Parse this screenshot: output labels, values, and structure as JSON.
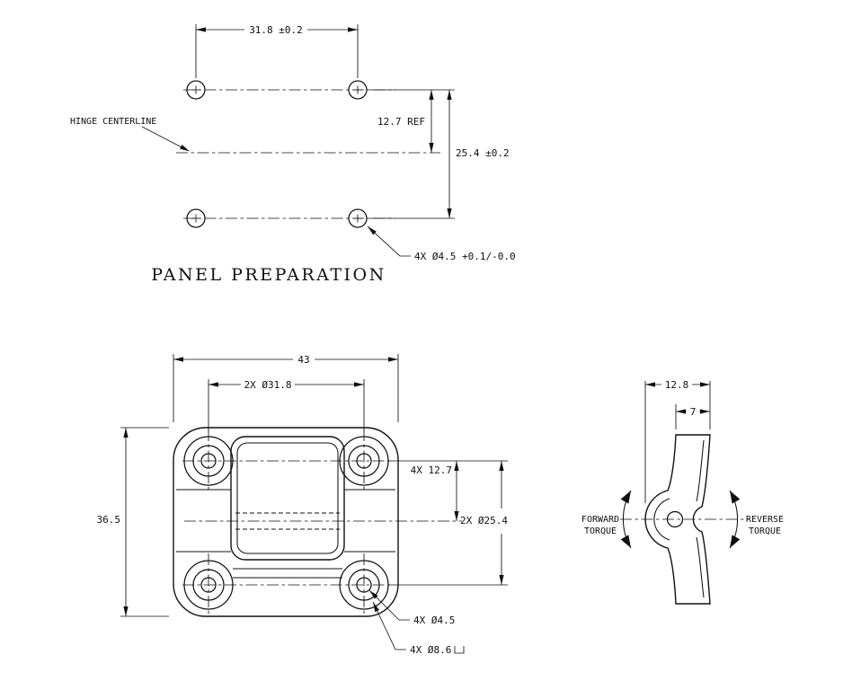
{
  "background": "#ffffff",
  "line_color": "#111111",
  "panel_preparation": {
    "title": "PANEL PREPARATION",
    "centerline_label": "HINGE CENTERLINE",
    "dim_hole_spacing_h": "31.8 ±0.2",
    "dim_row_to_centerline": "12.7 REF",
    "dim_hole_spacing_v": "25.4 ±0.2",
    "hole_callout": "4X Ø4.5 +0.1/-0.0"
  },
  "front_view": {
    "dim_overall_width": "43",
    "dim_boss_spacing": "2X Ø31.8",
    "dim_overall_height": "36.5",
    "dim_hole_to_centerline": "4X 12.7",
    "dim_row_spacing": "2X Ø25.4",
    "hole_callout": "4X Ø4.5",
    "counterbore_callout": "4X Ø8.6"
  },
  "side_view": {
    "dim_depth": "12.8",
    "dim_leaf_thickness": "7",
    "forward_torque": [
      "FORWARD",
      "TORQUE"
    ],
    "reverse_torque": [
      "REVERSE",
      "TORQUE"
    ]
  }
}
